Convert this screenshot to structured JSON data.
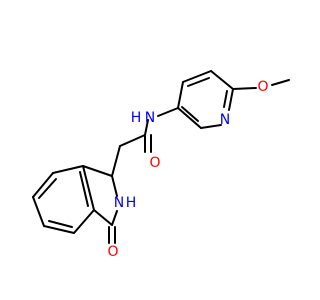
{
  "atoms": {
    "amide_nh": {
      "text": "N",
      "h": "H"
    },
    "carbonyl_o": {
      "text": "O"
    },
    "ring_nh": {
      "text": "N",
      "h": "H"
    },
    "lactam_o": {
      "text": "O"
    },
    "pyridine_n": {
      "text": "N"
    },
    "methoxy_o": {
      "text": "O"
    }
  },
  "colors": {
    "nitrogen": "#0000ff",
    "oxygen": "#ff0000",
    "bond": "#000000"
  }
}
